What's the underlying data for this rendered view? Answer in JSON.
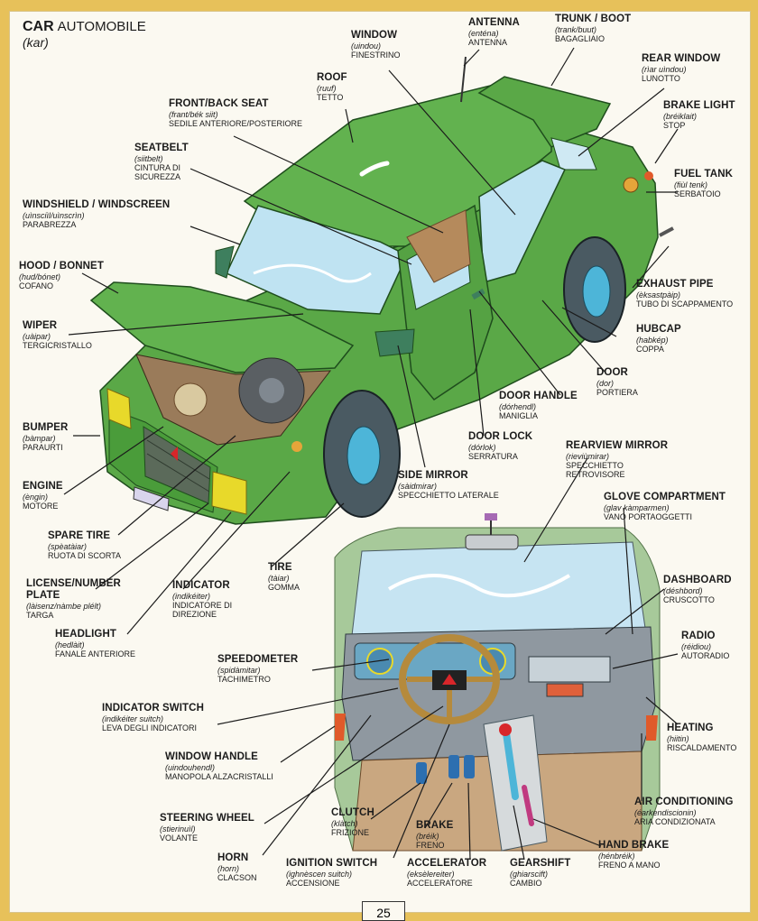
{
  "header": {
    "title": "CAR",
    "subtitle": "AUTOMOBILE",
    "pronunciation": "(kar)"
  },
  "page_number": "25",
  "labels": {
    "antenna": {
      "t": "ANTENNA",
      "p": "(enténa)",
      "i": "ANTENNA"
    },
    "trunk": {
      "t": "TRUNK / BOOT",
      "p": "(trank/buut)",
      "i": "BAGAGLIAIO"
    },
    "window": {
      "t": "WINDOW",
      "p": "(uindou)",
      "i": "FINESTRINO"
    },
    "rear_window": {
      "t": "REAR WINDOW",
      "p": "(rìar uìndou)",
      "i": "LUNOTTO"
    },
    "roof": {
      "t": "ROOF",
      "p": "(ruuf)",
      "i": "TETTO"
    },
    "brake_light": {
      "t": "BRAKE LIGHT",
      "p": "(bréiklait)",
      "i": "STOP"
    },
    "seat": {
      "t": "FRONT/BACK SEAT",
      "p": "(frant/bék siit)",
      "i": "SEDILE ANTERIORE/POSTERIORE"
    },
    "seatbelt": {
      "t": "SEATBELT",
      "p": "(siitbelt)",
      "i": "CINTURA DI",
      "i2": "SICUREZZA"
    },
    "fuel_tank": {
      "t": "FUEL TANK",
      "p": "(fiùl tenk)",
      "i": "SERBATOIO"
    },
    "windshield": {
      "t": "WINDSHIELD / WINDSCREEN",
      "p": "(uìnsciìl/uìnscrìn)",
      "i": "PARABREZZA"
    },
    "hood": {
      "t": "HOOD / BONNET",
      "p": "(hud/bónet)",
      "i": "COFANO"
    },
    "exhaust": {
      "t": "EXHAUST PIPE",
      "p": "(èksastpàip)",
      "i": "TUBO DI SCAPPAMENTO"
    },
    "wiper": {
      "t": "WIPER",
      "p": "(uàipar)",
      "i": "TERGICRISTALLO"
    },
    "hubcap": {
      "t": "HUBCAP",
      "p": "(habkép)",
      "i": "COPPA"
    },
    "door": {
      "t": "DOOR",
      "p": "(dor)",
      "i": "PORTIERA"
    },
    "door_handle": {
      "t": "DOOR HANDLE",
      "p": "(dórhendl)",
      "i": "MANIGLIA"
    },
    "bumper": {
      "t": "BUMPER",
      "p": "(bàmpar)",
      "i": "PARAURTI"
    },
    "door_lock": {
      "t": "DOOR LOCK",
      "p": "(dórlok)",
      "i": "SERRATURA"
    },
    "rearview": {
      "t": "REARVIEW MIRROR",
      "p": "(rieviùmirar)",
      "i": "SPECCHIETTO",
      "i2": "RETROVISORE"
    },
    "engine": {
      "t": "ENGINE",
      "p": "(èngin)",
      "i": "MOTORE"
    },
    "side_mirror": {
      "t": "SIDE MIRROR",
      "p": "(sàidmirar)",
      "i": "SPECCHIETTO LATERALE"
    },
    "glove": {
      "t": "GLOVE COMPARTMENT",
      "p": "(glav kàmparmen)",
      "i": "VANO PORTAOGGETTI"
    },
    "spare_tire": {
      "t": "SPARE TIRE",
      "p": "(spèatàiar)",
      "i": "RUOTA DI SCORTA"
    },
    "license": {
      "t": "LICENSE/NUMBER",
      "t2": "PLATE",
      "p": "(làisenz/nàmbe plélt)",
      "i": "TARGA"
    },
    "indicator": {
      "t": "INDICATOR",
      "p": "(indikéiter)",
      "i": "INDICATORE DI",
      "i2": "DIREZIONE"
    },
    "tire": {
      "t": "TIRE",
      "p": "(tàiar)",
      "i": "GOMMA"
    },
    "dashboard": {
      "t": "DASHBOARD",
      "p": "(déshbord)",
      "i": "CRUSCOTTO"
    },
    "headlight": {
      "t": "HEADLIGHT",
      "p": "(hedlàit)",
      "i": "FANALE ANTERIORE"
    },
    "radio": {
      "t": "RADIO",
      "p": "(réidiou)",
      "i": "AUTORADIO"
    },
    "speedometer": {
      "t": "SPEEDOMETER",
      "p": "(spidàmitar)",
      "i": "TACHIMETRO"
    },
    "indicator_switch": {
      "t": "INDICATOR SWITCH",
      "p": "(indikéiter suitch)",
      "i": "LEVA DEGLI INDICATORI"
    },
    "heating": {
      "t": "HEATING",
      "p": "(hiitin)",
      "i": "RISCALDAMENTO"
    },
    "window_handle": {
      "t": "WINDOW HANDLE",
      "p": "(uindouhendl)",
      "i": "MANOPOLA ALZACRISTALLI"
    },
    "air_cond": {
      "t": "AIR CONDITIONING",
      "p": "(éarkendiscionin)",
      "i": "ARIA CONDIZIONATA"
    },
    "steering": {
      "t": "STEERING WHEEL",
      "p": "(stierinuìl)",
      "i": "VOLANTE"
    },
    "clutch": {
      "t": "CLUTCH",
      "p": "(klàtch)",
      "i": "FRIZIONE"
    },
    "brake": {
      "t": "BRAKE",
      "p": "(bréik)",
      "i": "FRENO"
    },
    "hand_brake": {
      "t": "HAND BRAKE",
      "p": "(hénbréik)",
      "i": "FRENO A MANO"
    },
    "horn": {
      "t": "HORN",
      "p": "(horn)",
      "i": "CLACSON"
    },
    "ignition": {
      "t": "IGNITION SWITCH",
      "p": "(ighnèscen suitch)",
      "i": "ACCENSIONE"
    },
    "accelerator": {
      "t": "ACCELERATOR",
      "p": "(eksèlereiter)",
      "i": "ACCELERATORE"
    },
    "gearshift": {
      "t": "GEARSHIFT",
      "p": "(ghiarscift)",
      "i": "CAMBIO"
    }
  },
  "colors": {
    "car_body": "#5aa847",
    "car_dark": "#2f6e2b",
    "glass": "#bfe3f2",
    "wheel": "#4a5a62",
    "hubcap": "#4db5d8",
    "headlight": "#e8d92a",
    "dash": "#8f98a0",
    "background": "#fbf9f1",
    "border": "#e7c15a"
  }
}
